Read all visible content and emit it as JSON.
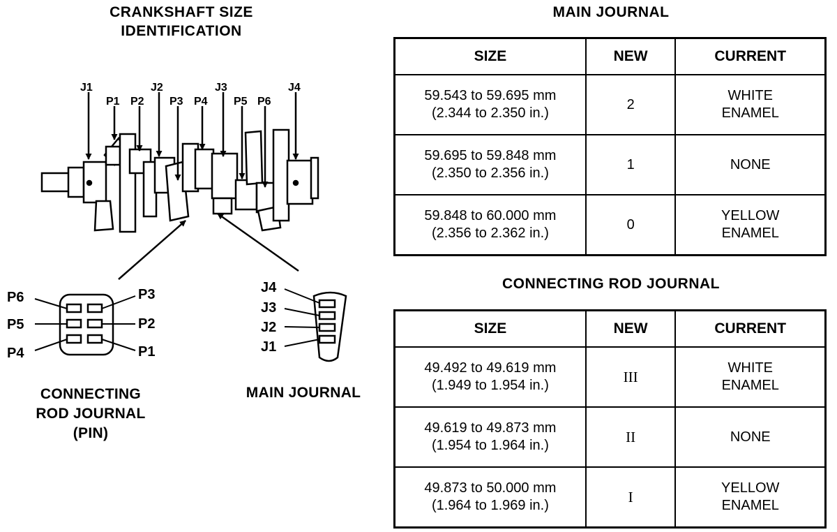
{
  "left": {
    "title_line1": "CRANKSHAFT SIZE",
    "title_line2": "IDENTIFICATION",
    "crank_labels": [
      "J1",
      "P1",
      "P2",
      "J2",
      "P3",
      "P4",
      "J3",
      "P5",
      "P6",
      "J4"
    ],
    "pin_labels_left": [
      "P6",
      "P5",
      "P4"
    ],
    "pin_labels_right": [
      "P3",
      "P2",
      "P1"
    ],
    "journal_labels": [
      "J4",
      "J3",
      "J2",
      "J1"
    ],
    "caption_rod": [
      "CONNECTING",
      "ROD JOURNAL",
      "(PIN)"
    ],
    "caption_main": "MAIN JOURNAL"
  },
  "main_journal": {
    "title": "MAIN JOURNAL",
    "headers": [
      "SIZE",
      "NEW",
      "CURRENT"
    ],
    "rows": [
      {
        "size_mm": "59.543 to 59.695 mm",
        "size_in": "(2.344 to 2.350 in.)",
        "new": "2",
        "current_1": "WHITE",
        "current_2": "ENAMEL"
      },
      {
        "size_mm": "59.695 to 59.848 mm",
        "size_in": "(2.350 to 2.356 in.)",
        "new": "1",
        "current_1": "NONE",
        "current_2": ""
      },
      {
        "size_mm": "59.848 to 60.000 mm",
        "size_in": "(2.356 to 2.362 in.)",
        "new": "0",
        "current_1": "YELLOW",
        "current_2": "ENAMEL"
      }
    ]
  },
  "rod_journal": {
    "title": "CONNECTING ROD JOURNAL",
    "headers": [
      "SIZE",
      "NEW",
      "CURRENT"
    ],
    "rows": [
      {
        "size_mm": "49.492 to 49.619 mm",
        "size_in": "(1.949 to 1.954 in.)",
        "new": "III",
        "current_1": "WHITE",
        "current_2": "ENAMEL"
      },
      {
        "size_mm": "49.619 to 49.873 mm",
        "size_in": "(1.954 to 1.964 in.)",
        "new": "II",
        "current_1": "NONE",
        "current_2": ""
      },
      {
        "size_mm": "49.873 to 50.000 mm",
        "size_in": "(1.964 to 1.969 in.)",
        "new": "I",
        "current_1": "YELLOW",
        "current_2": "ENAMEL"
      }
    ]
  }
}
